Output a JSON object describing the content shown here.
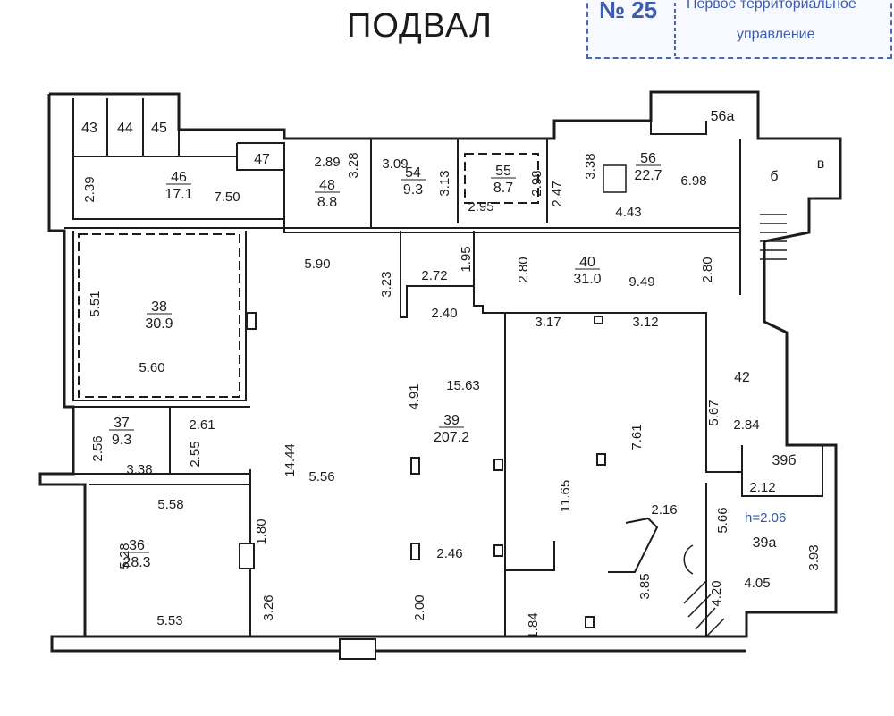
{
  "title": "ПОДВАЛ",
  "stamp": {
    "number": "№ 25",
    "line1": "Первое территориальное",
    "line2": "управление"
  },
  "rooms": [
    {
      "id": "r43",
      "number": "43"
    },
    {
      "id": "r44",
      "number": "44"
    },
    {
      "id": "r45",
      "number": "45"
    },
    {
      "id": "r46",
      "number": "46",
      "area": "17.1"
    },
    {
      "id": "r47",
      "number": "47"
    },
    {
      "id": "r48",
      "number": "48",
      "area": "8.8"
    },
    {
      "id": "r54",
      "number": "54",
      "area": "9.3"
    },
    {
      "id": "r55",
      "number": "55",
      "area": "8.7"
    },
    {
      "id": "r56",
      "number": "56",
      "area": "22.7"
    },
    {
      "id": "r56a",
      "number": "56а"
    },
    {
      "id": "rb",
      "number": "б"
    },
    {
      "id": "rv",
      "number": "в"
    },
    {
      "id": "r40",
      "number": "40",
      "area": "31.0"
    },
    {
      "id": "r38",
      "number": "38",
      "area": "30.9"
    },
    {
      "id": "r39",
      "number": "39",
      "area": "207.2"
    },
    {
      "id": "r42",
      "number": "42"
    },
    {
      "id": "r37",
      "number": "37",
      "area": "9.3"
    },
    {
      "id": "r39b",
      "number": "39б"
    },
    {
      "id": "r39a",
      "number": "39а"
    },
    {
      "id": "r36",
      "number": "36",
      "area": "28.3"
    }
  ],
  "ceiling_height": "h=2.06",
  "dimensions": [
    "2.39",
    "7.50",
    "2.89",
    "3.28",
    "3.09",
    "3.13",
    "2.98",
    "2.95",
    "2.47",
    "3.38",
    "6.98",
    "4.43",
    "5.90",
    "3.23",
    "2.72",
    "1.95",
    "2.80",
    "9.49",
    "2.80",
    "5.51",
    "5.60",
    "2.40",
    "3.17",
    "3.12",
    "4.91",
    "15.63",
    "5.67",
    "2.84",
    "2.61",
    "2.56",
    "3.38",
    "2.55",
    "14.44",
    "5.56",
    "7.61",
    "11.65",
    "2.12",
    "5.58",
    "1.80",
    "2.16",
    "5.66",
    "5.28",
    "2.46",
    "3.93",
    "4.20",
    "4.05",
    "3.85",
    "3.26",
    "2.00",
    "1.84",
    "5.53"
  ],
  "colors": {
    "line": "#1c1c1c",
    "stamp": "#3c5cb0",
    "height_label": "#2e58a8"
  }
}
